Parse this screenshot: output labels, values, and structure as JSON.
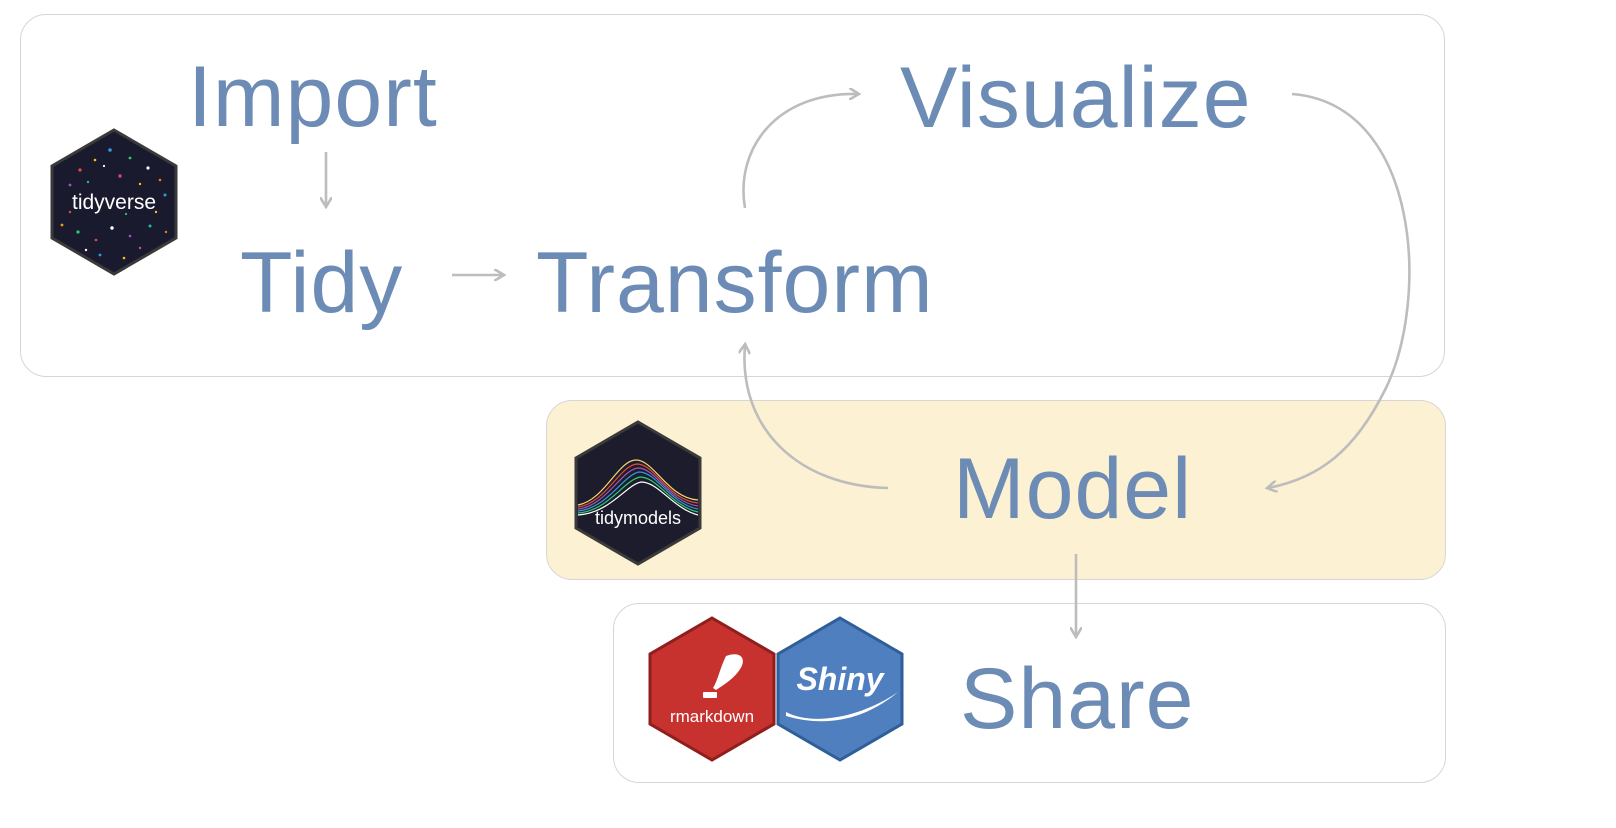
{
  "colors": {
    "step_text": "#6d8cb5",
    "arrow": "#bdbdbd",
    "panel_border": "#d6d6d6",
    "model_panel_fill": "#fcf1d2",
    "tidyverse_hex": "#1a1a2e",
    "tidymodels_hex": "#1c1c2c",
    "rmarkdown_hex": "#c7312e",
    "shiny_hex": "#4f7fbf"
  },
  "steps": {
    "import": "Import",
    "tidy": "Tidy",
    "transform": "Transform",
    "visualize": "Visualize",
    "model": "Model",
    "share": "Share"
  },
  "logos": {
    "tidyverse": {
      "label": "tidyverse",
      "icon": "tidyverse-hex-logo"
    },
    "tidymodels": {
      "label": "tidymodels",
      "icon": "tidymodels-hex-logo"
    },
    "rmarkdown": {
      "label": "rmarkdown",
      "icon": "rmarkdown-hex-logo"
    },
    "shiny": {
      "label": "Shiny",
      "icon": "shiny-hex-logo"
    }
  }
}
